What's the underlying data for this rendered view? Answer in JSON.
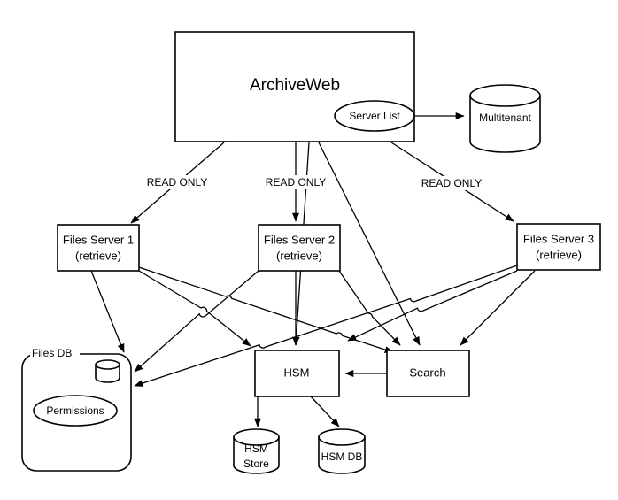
{
  "diagram": {
    "title": "ArchiveWeb architecture diagram",
    "background_color": "#ffffff",
    "stroke_color": "#000000",
    "nodes": {
      "archiveweb": {
        "label": "ArchiveWeb",
        "shape": "rectangle"
      },
      "server_list": {
        "label": "Server List",
        "shape": "ellipse"
      },
      "multitenant": {
        "label": "Multitenant",
        "shape": "cylinder"
      },
      "files_server_1": {
        "label_line1": "Files Server 1",
        "label_line2": "(retrieve)",
        "shape": "rectangle"
      },
      "files_server_2": {
        "label_line1": "Files Server 2",
        "label_line2": "(retrieve)",
        "shape": "rectangle"
      },
      "files_server_3": {
        "label_line1": "Files Server 3",
        "label_line2": "(retrieve)",
        "shape": "rectangle"
      },
      "files_db": {
        "label": "Files DB",
        "shape": "rounded-container"
      },
      "files_db_cylinder": {
        "label": "",
        "shape": "cylinder"
      },
      "permissions": {
        "label": "Permissions",
        "shape": "ellipse"
      },
      "hsm": {
        "label": "HSM",
        "shape": "rectangle"
      },
      "search": {
        "label": "Search",
        "shape": "rectangle"
      },
      "hsm_store": {
        "label_line1": "HSM",
        "label_line2": "Store",
        "shape": "cylinder"
      },
      "hsm_db": {
        "label": "HSM DB",
        "shape": "cylinder"
      }
    },
    "edge_labels": {
      "read_only_1": "READ ONLY",
      "read_only_2": "READ ONLY",
      "read_only_3": "READ ONLY"
    },
    "edges": [
      {
        "from": "archiveweb",
        "to": "files_server_1",
        "label": "READ ONLY"
      },
      {
        "from": "archiveweb",
        "to": "files_server_2",
        "label": "READ ONLY"
      },
      {
        "from": "archiveweb",
        "to": "files_server_3",
        "label": "READ ONLY"
      },
      {
        "from": "archiveweb",
        "to": "hsm",
        "label": ""
      },
      {
        "from": "archiveweb",
        "to": "search",
        "label": ""
      },
      {
        "from": "server_list",
        "to": "multitenant",
        "label": ""
      },
      {
        "from": "files_server_1",
        "to": "hsm",
        "label": ""
      },
      {
        "from": "files_server_1",
        "to": "search",
        "label": ""
      },
      {
        "from": "files_server_1",
        "to": "files_db",
        "label": ""
      },
      {
        "from": "files_server_2",
        "to": "hsm",
        "label": ""
      },
      {
        "from": "files_server_2",
        "to": "search",
        "label": ""
      },
      {
        "from": "files_server_2",
        "to": "files_db",
        "label": ""
      },
      {
        "from": "files_server_3",
        "to": "hsm",
        "label": ""
      },
      {
        "from": "files_server_3",
        "to": "search",
        "label": ""
      },
      {
        "from": "files_server_3",
        "to": "files_db",
        "label": ""
      },
      {
        "from": "search",
        "to": "hsm",
        "label": ""
      },
      {
        "from": "hsm",
        "to": "hsm_store",
        "label": ""
      },
      {
        "from": "hsm",
        "to": "hsm_db",
        "label": ""
      }
    ]
  }
}
